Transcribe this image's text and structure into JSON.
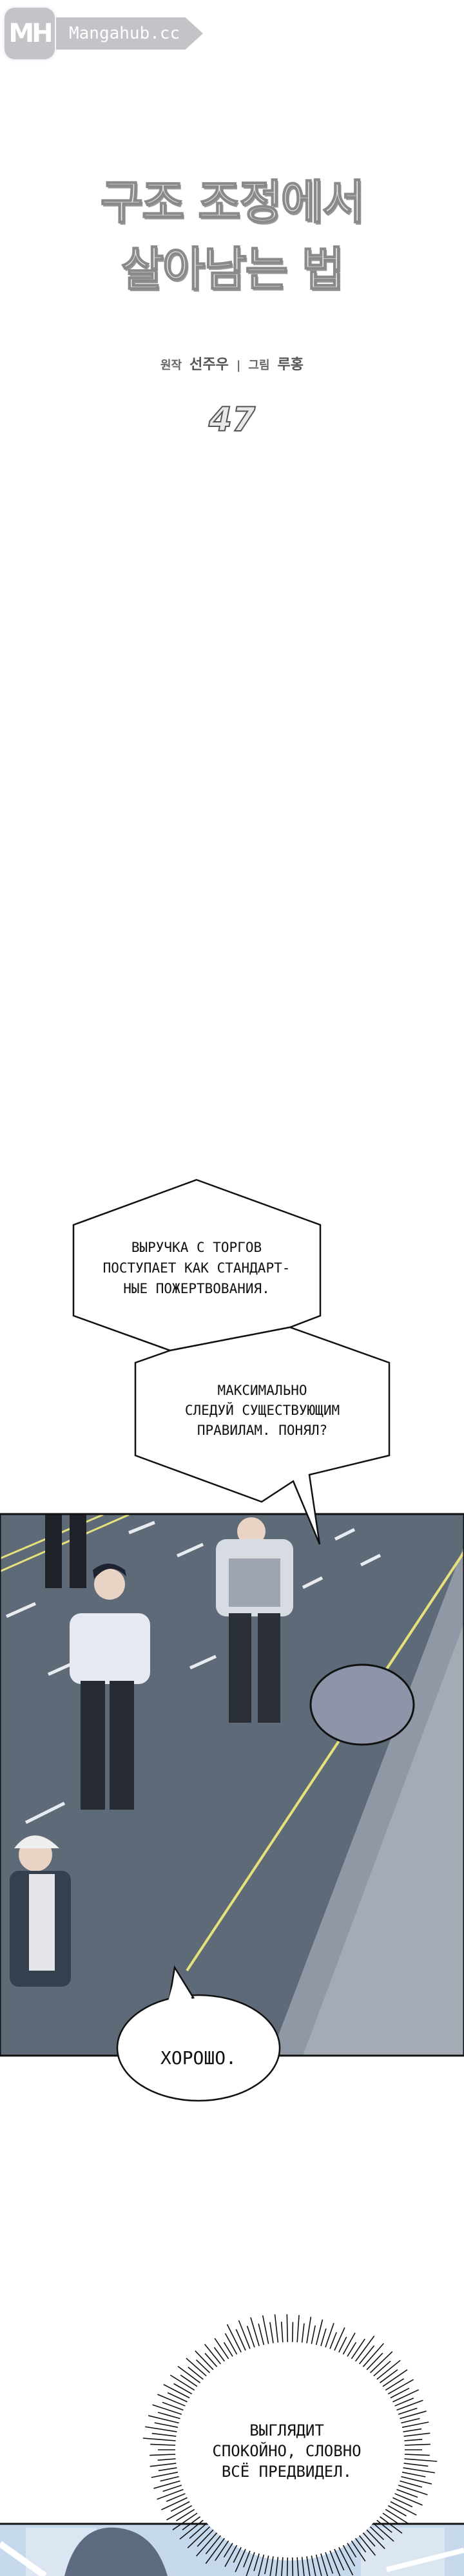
{
  "watermark": {
    "logo": "MH",
    "site": "Mangahub.cc"
  },
  "title_logo": {
    "line1": "구조 조정에서",
    "line2": "살아남는 법"
  },
  "credits": {
    "story_label": "원작",
    "story_author": "선주우",
    "separator": "|",
    "art_label": "그림",
    "art_author": "루홍"
  },
  "chapter_number": "47",
  "bubbles": {
    "first": [
      "ВЫРУЧКА С ТОРГОВ",
      "ПОСТУПАЕТ КАК СТАНДАРТ-",
      "НЫЕ ПОЖЕРТВОВАНИЯ."
    ],
    "second": [
      "МАКСИМАЛЬНО",
      "СЛЕДУЙ СУЩЕСТВУЮЩИМ",
      "ПРАВИЛАМ. ПОНЯЛ?"
    ],
    "reply": "ХОРОШО.",
    "thought": [
      "ВЫГЛЯДИТ",
      "СПОКОЙНО, СЛОВНО",
      "ВСЁ ПРЕДВИДЕЛ."
    ]
  },
  "colors": {
    "road": "#5f6a78",
    "lane_yellow": "#e6e27a",
    "sky_panel": "#c6d8ec",
    "watermark": "#c4c4c8"
  }
}
